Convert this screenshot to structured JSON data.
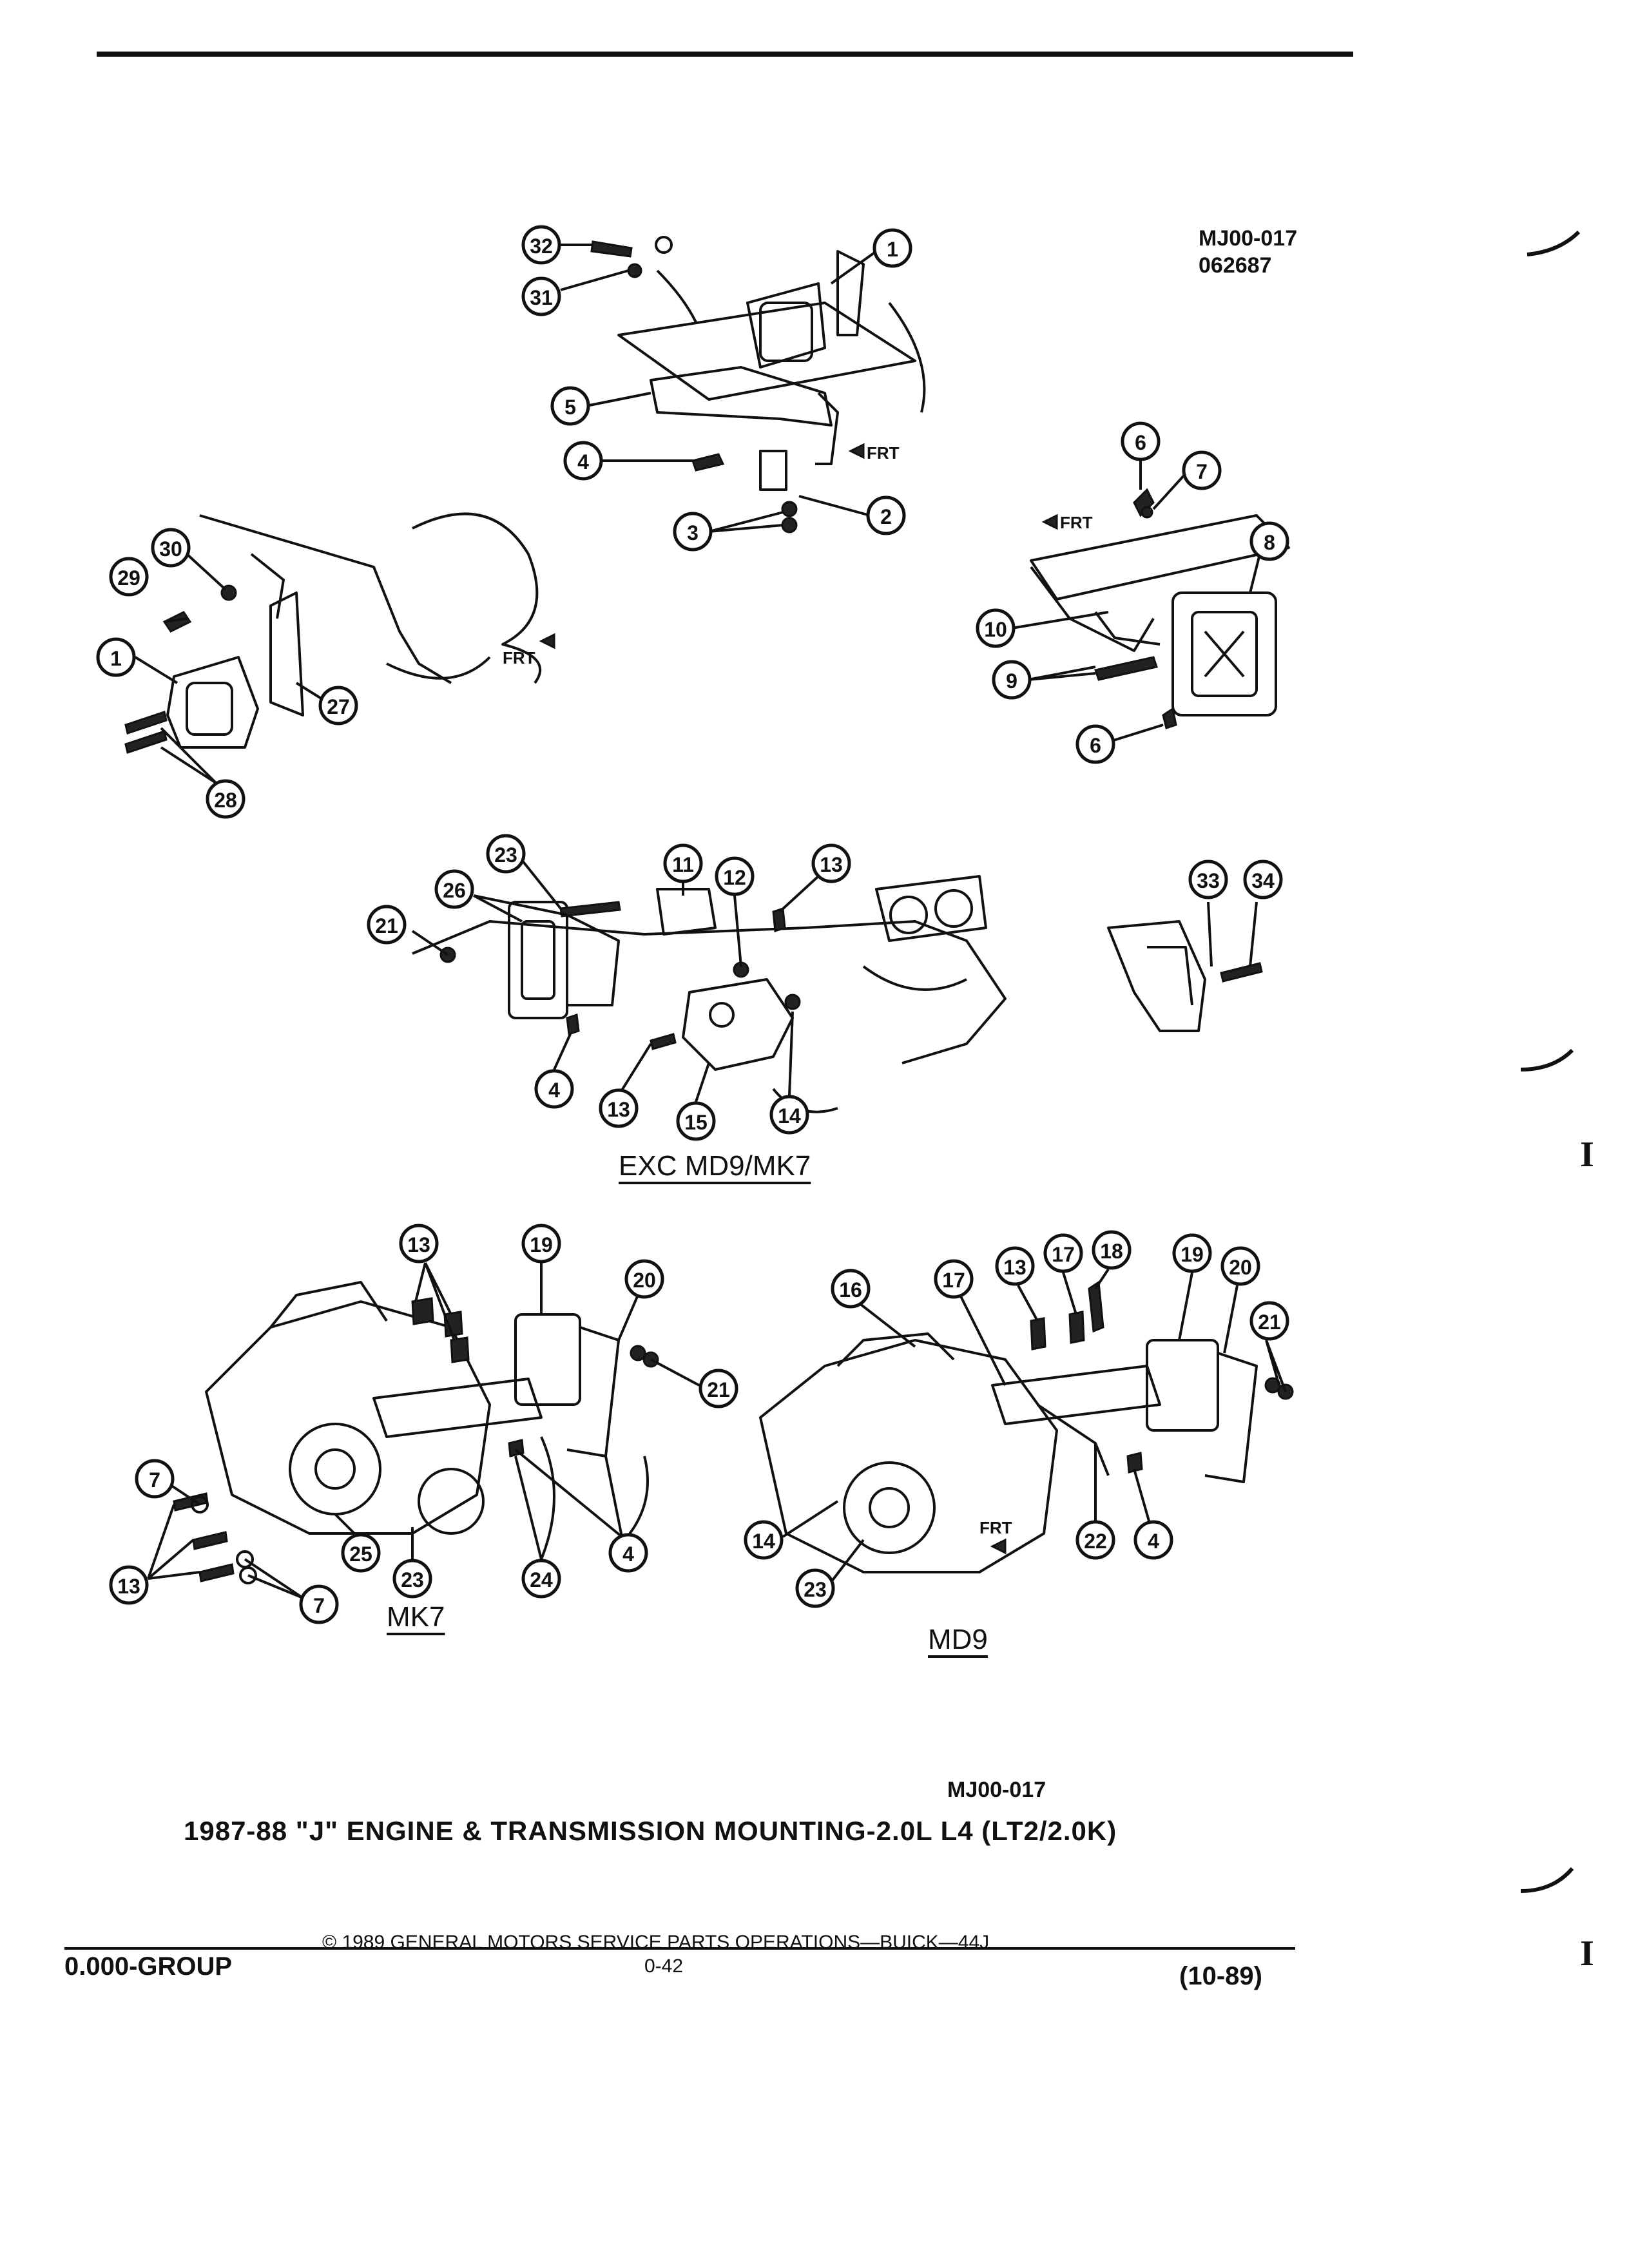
{
  "header": {
    "figure_code": "MJ00-017",
    "figure_date": "062687"
  },
  "sublabels": {
    "exc": "EXC MD9/MK7",
    "mk7": "MK7",
    "md9": "MD9"
  },
  "frt_label": "FRT",
  "caption": {
    "code": "MJ00-017",
    "title": "1987-88 \"J\" ENGINE & TRANSMISSION MOUNTING-2.0L L4 (LT2/2.0K)"
  },
  "footer": {
    "group": "0.000-GROUP",
    "copyright": "© 1989 GENERAL MOTORS SERVICE PARTS OPERATIONS—BUICK—44J",
    "page": "0-42",
    "date": "(10-89)"
  },
  "margin_chars": [
    "I",
    "I"
  ],
  "callouts": [
    {
      "n": "32"
    },
    {
      "n": "31"
    },
    {
      "n": "1"
    },
    {
      "n": "5"
    },
    {
      "n": "4"
    },
    {
      "n": "3"
    },
    {
      "n": "2"
    },
    {
      "n": "6"
    },
    {
      "n": "7"
    },
    {
      "n": "8"
    },
    {
      "n": "10"
    },
    {
      "n": "9"
    },
    {
      "n": "6"
    },
    {
      "n": "30"
    },
    {
      "n": "29"
    },
    {
      "n": "1"
    },
    {
      "n": "27"
    },
    {
      "n": "28"
    },
    {
      "n": "23"
    },
    {
      "n": "11"
    },
    {
      "n": "12"
    },
    {
      "n": "13"
    },
    {
      "n": "26"
    },
    {
      "n": "21"
    },
    {
      "n": "4"
    },
    {
      "n": "13"
    },
    {
      "n": "15"
    },
    {
      "n": "14"
    },
    {
      "n": "33"
    },
    {
      "n": "34"
    },
    {
      "n": "13"
    },
    {
      "n": "19"
    },
    {
      "n": "20"
    },
    {
      "n": "21"
    },
    {
      "n": "7"
    },
    {
      "n": "13"
    },
    {
      "n": "25"
    },
    {
      "n": "23"
    },
    {
      "n": "7"
    },
    {
      "n": "24"
    },
    {
      "n": "4"
    },
    {
      "n": "16"
    },
    {
      "n": "17"
    },
    {
      "n": "13"
    },
    {
      "n": "17"
    },
    {
      "n": "18"
    },
    {
      "n": "19"
    },
    {
      "n": "20"
    },
    {
      "n": "21"
    },
    {
      "n": "14"
    },
    {
      "n": "23"
    },
    {
      "n": "22"
    },
    {
      "n": "4"
    }
  ]
}
